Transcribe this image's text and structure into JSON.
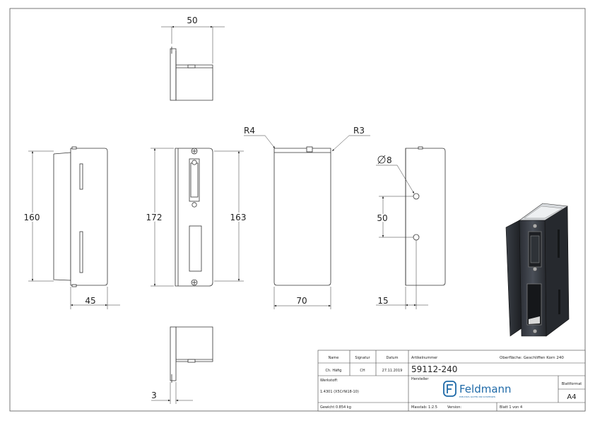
{
  "dimensions": {
    "top_width": "50",
    "left_height": "160",
    "left_width": "45",
    "front_height": "172",
    "front_inner_height": "163",
    "radius_left": "R4",
    "radius_right": "R3",
    "mid_width": "70",
    "hole_diameter": "8",
    "hole_spacing": "50",
    "hole_offset": "15",
    "bottom_thickness": "3"
  },
  "titleblock": {
    "name_label": "Name",
    "signatur_label": "Signatur",
    "datum_label": "Datum",
    "artikel_label": "Artikelnummer",
    "oberflaeche": "Oberfläche: Geschliffen Korn 240",
    "name_value": "Ch. Häfig",
    "signatur_value": "CH",
    "datum_value": "27.11.2019",
    "artikel_value": "59112-240",
    "werkstoff_label": "Werkstoff:",
    "hersteller_label": "Hersteller",
    "werkstoff_value": "1.4301 (X5CrNi18-10)",
    "logo_name": "Feldmann",
    "logo_tagline": "EDELSTAHL KAUFEN UND SCHWEISSEN",
    "blattformat_label": "Blattformat",
    "blattformat_value": "A4",
    "gewicht": "Gewicht 0.854 kg",
    "massstab": "Masstab: 1:2.5",
    "version": "Version:",
    "blatt": "Blatt 1 von 4"
  },
  "icons": {
    "diameter_symbol": "diameter-icon",
    "logo_mark": "feldmann-logo-icon"
  }
}
